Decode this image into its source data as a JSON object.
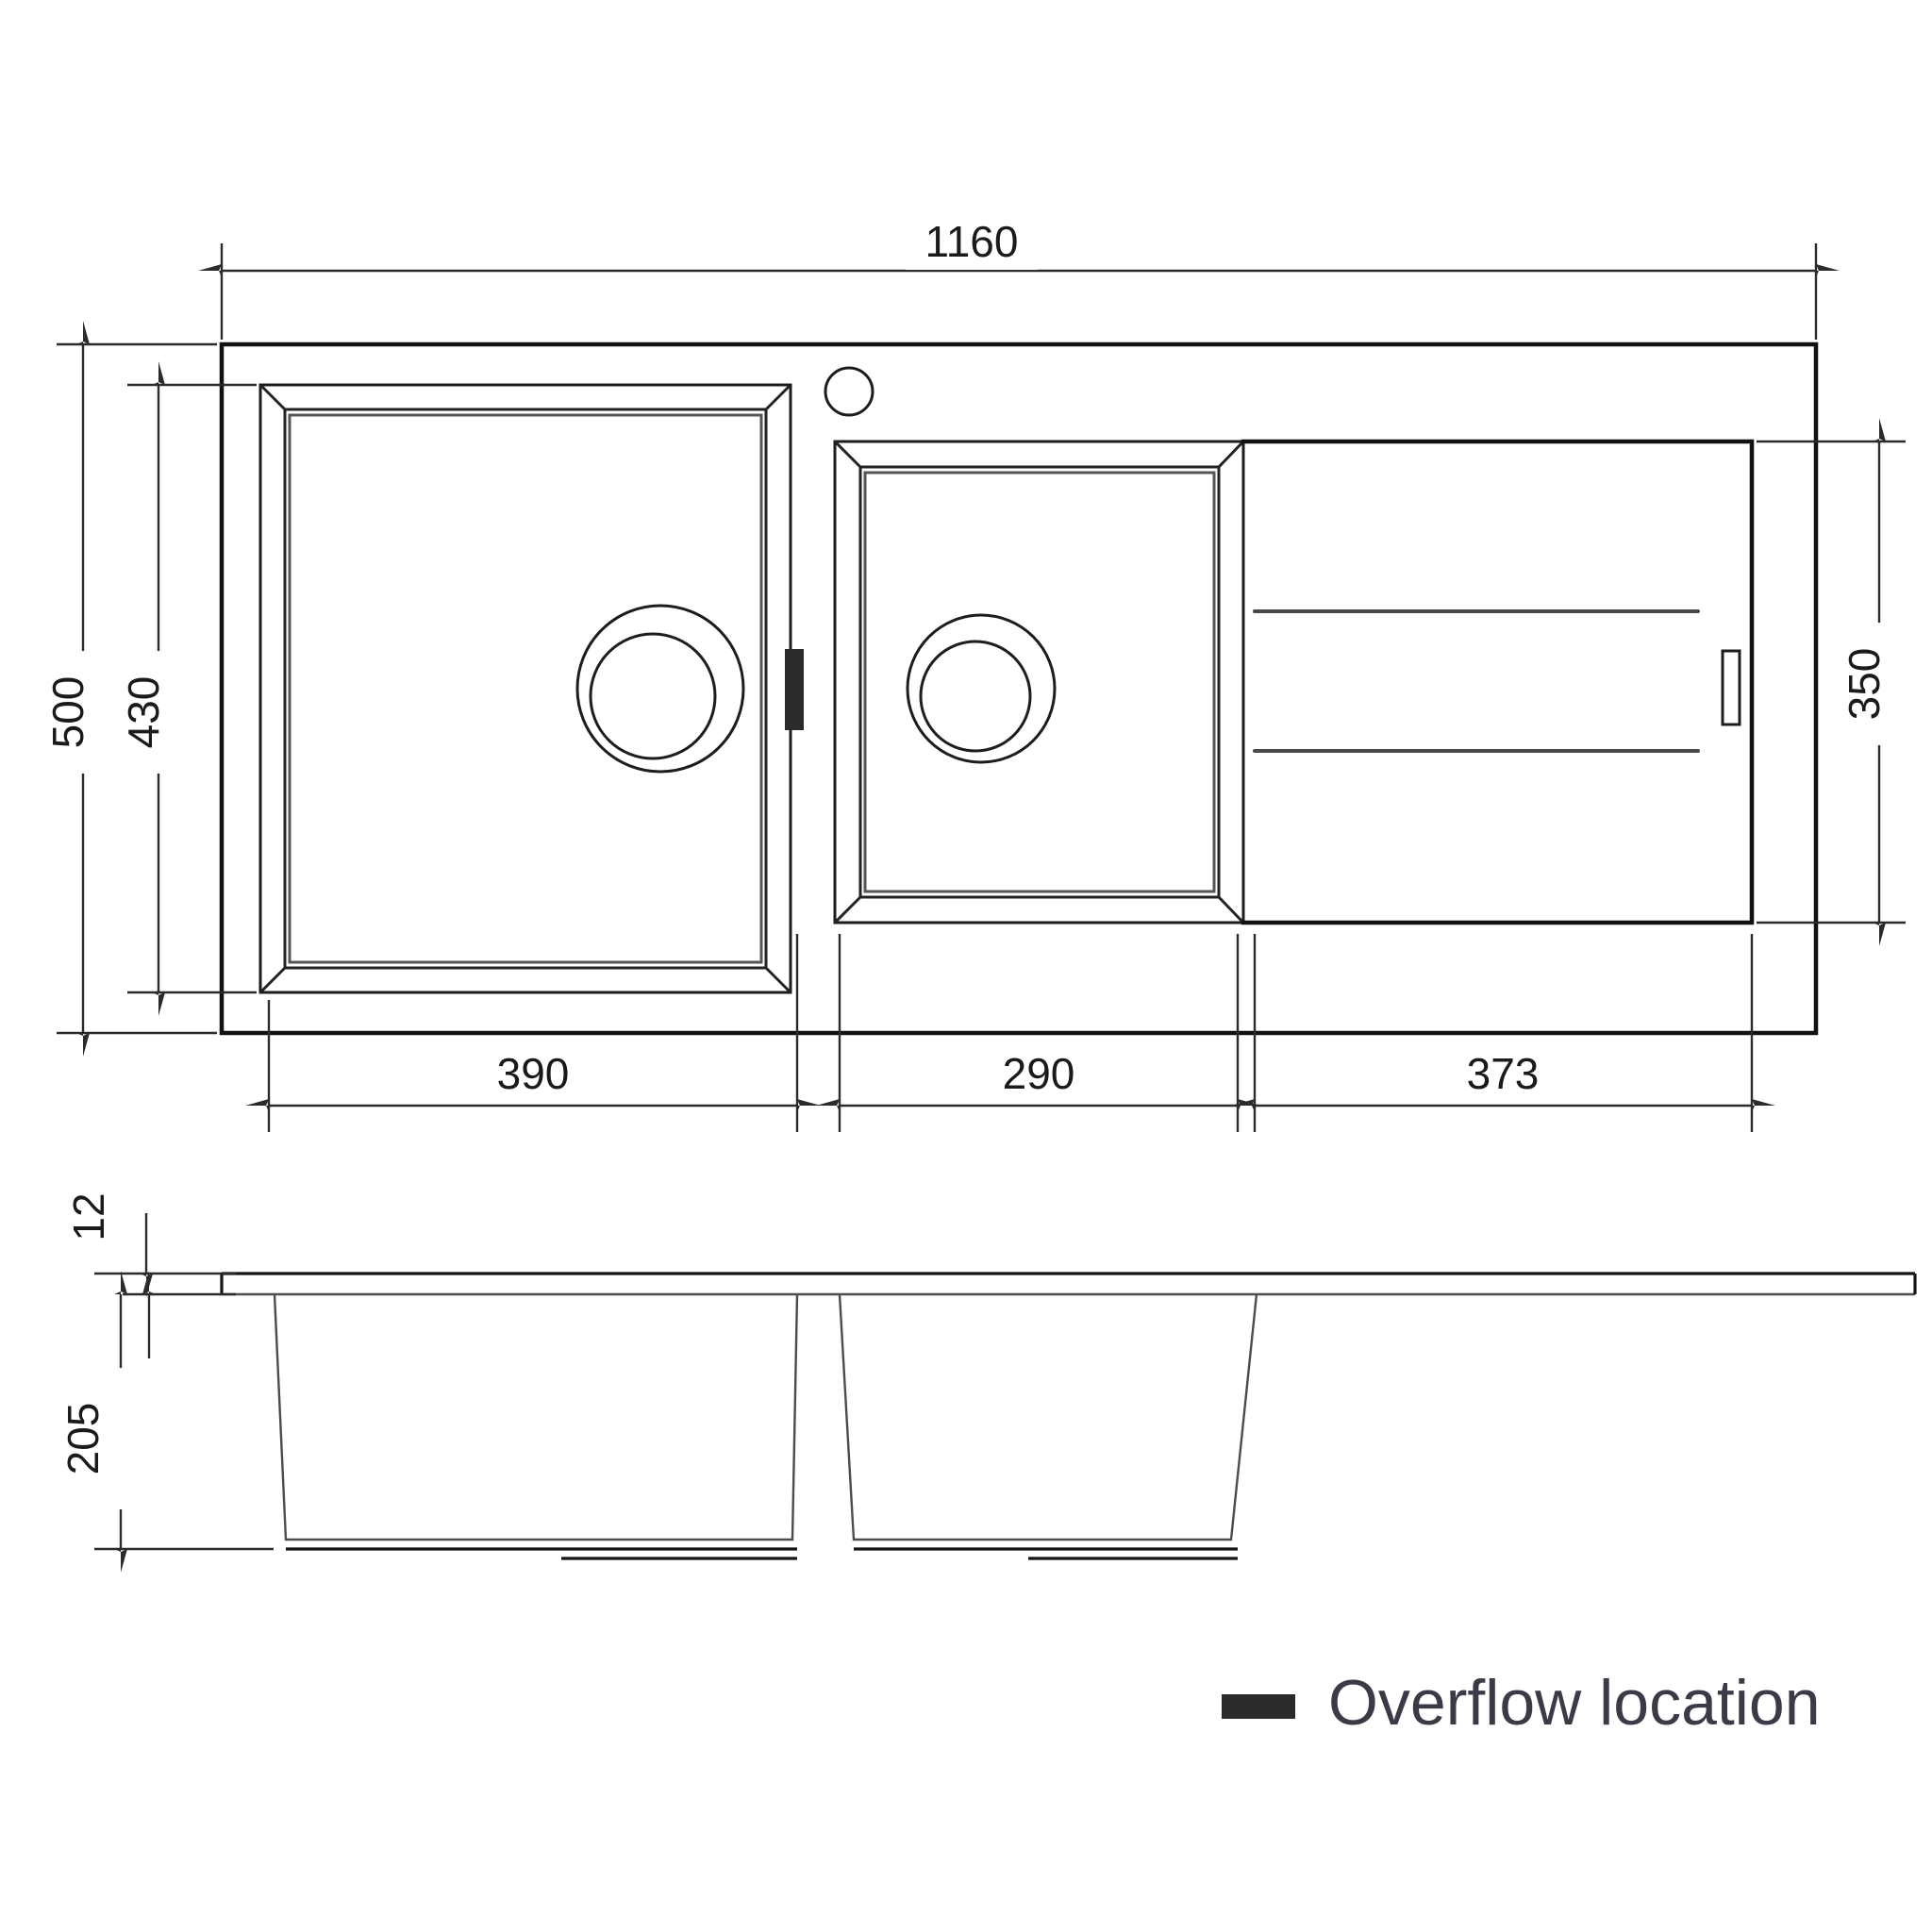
{
  "drawing": {
    "title": "Kitchen sink technical drawing",
    "views": {
      "plan": "top-view",
      "section": "cross-section-view"
    }
  },
  "dimensions": {
    "overall_width": "1160",
    "overall_depth": "500",
    "bowl_depth_plan": "430",
    "drainer_depth": "350",
    "left_bowl_width": "390",
    "right_bowl_width": "290",
    "drainer_width": "373",
    "top_thickness": "12",
    "bowl_height": "205",
    "units": "mm"
  },
  "legend": {
    "overflow_label": "Overflow location",
    "swatch_color": "#2a2a2a"
  },
  "features": {
    "tap_hole": "tap-hole",
    "left_waste": "left-waste-outlet",
    "right_waste": "right-waste-outlet",
    "overflow_marker": "overflow-marker",
    "drainer_slot": "drainer-slot",
    "drainer_grooves": 2
  },
  "colors": {
    "line": "#111111",
    "dimension": "#2b2b2b",
    "legend_text": "#3b3b48",
    "background": "#ffffff"
  }
}
